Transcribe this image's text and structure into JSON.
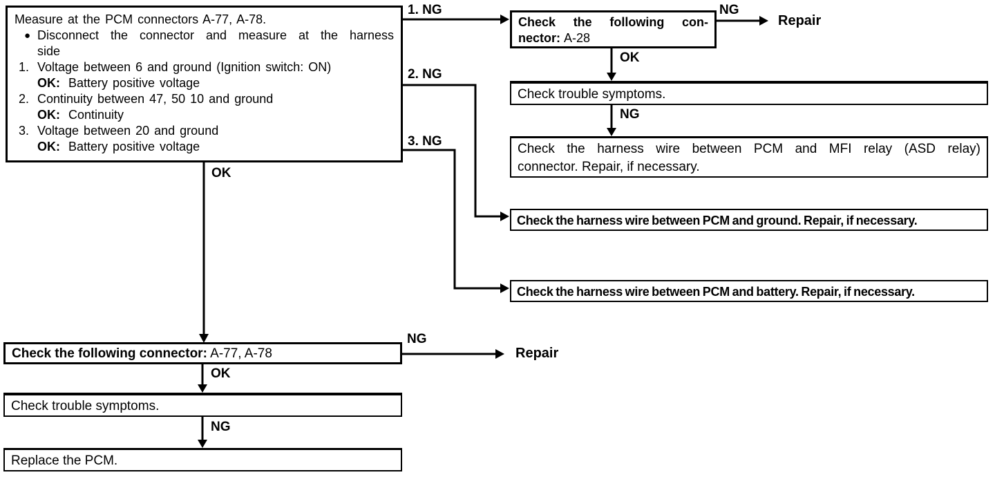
{
  "flowchart": {
    "start_box": {
      "title": "Measure at the PCM connectors A-77, A-78.",
      "bullet_marker": "●",
      "bullet_line1": "Disconnect the connector and measure at the harness",
      "bullet_line2": "side",
      "steps": [
        {
          "num": "1.",
          "text": "Voltage between 6 and ground (Ignition switch: ON)",
          "ok_label": "OK:",
          "ok_value": "Battery positive voltage"
        },
        {
          "num": "2.",
          "text": "Continuity between 47, 50 10 and ground",
          "ok_label": "OK:",
          "ok_value": "Continuity"
        },
        {
          "num": "3.",
          "text": "Voltage between 20 and ground",
          "ok_label": "OK:",
          "ok_value": "Battery positive voltage"
        }
      ]
    },
    "boxes": {
      "check_connector_a28": {
        "line1_bold": "Check the following con-",
        "line2_bold": "nector:",
        "line2_value": "A-28"
      },
      "check_trouble_symptoms_top": "Check trouble symptoms.",
      "harness_mfi": {
        "line1": "Check the harness wire between PCM and MFI relay (ASD relay)",
        "line2": "connector. Repair, if necessary."
      },
      "harness_ground": "Check the harness wire between PCM and ground. Repair, if necessary.",
      "harness_battery": "Check the harness wire between PCM and battery. Repair, if necessary.",
      "check_connector_a77": {
        "bold": "Check the following connector:",
        "value": "A-77, A-78"
      },
      "check_trouble_symptoms_bottom": "Check trouble symptoms.",
      "replace_pcm": "Replace the PCM."
    },
    "branch_labels": {
      "ng1": "1. NG",
      "ng2": "2. NG",
      "ng3": "3. NG"
    },
    "result_labels": {
      "ng": "NG",
      "ok": "OK",
      "repair": "Repair"
    },
    "colors": {
      "line": "#000000",
      "background": "#ffffff"
    }
  }
}
